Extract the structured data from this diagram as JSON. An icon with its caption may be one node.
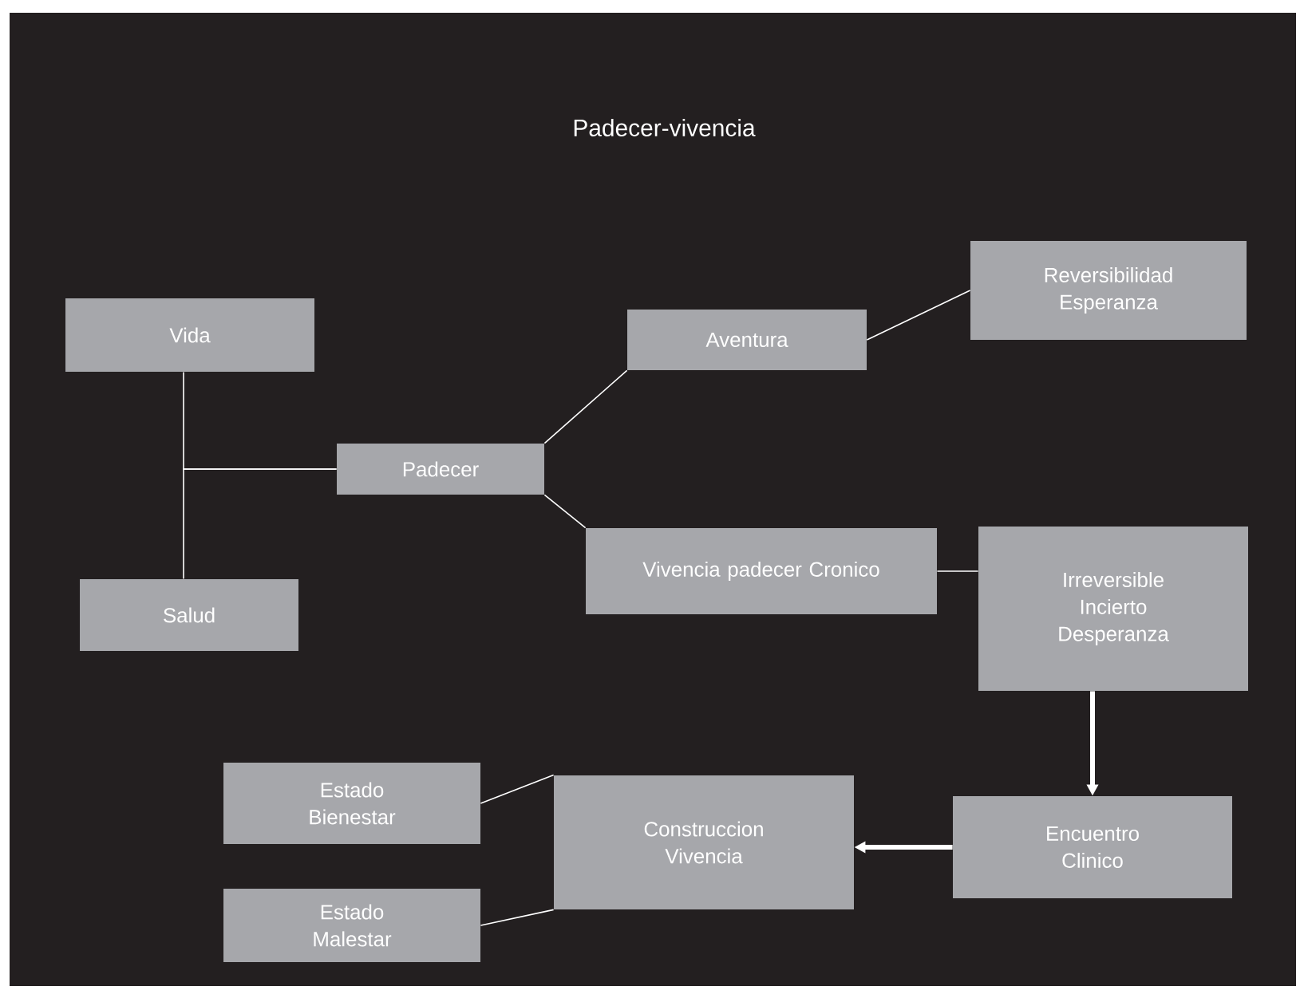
{
  "diagram": {
    "title": "Padecer-vivencia",
    "nodes": [
      {
        "text": [
          "Vida"
        ]
      },
      {
        "text": [
          "Salud"
        ]
      },
      {
        "text": [
          "Padecer"
        ]
      },
      {
        "text": [
          "Aventura"
        ]
      },
      {
        "text": [
          "Reversibilidad Esperanza"
        ]
      },
      {
        "text": [
          "Vivencia padecer Cronico"
        ]
      },
      {
        "text": [
          "Irreversible Incierto Desperanza"
        ]
      },
      {
        "text": [
          "Estado Bienestar"
        ]
      },
      {
        "text": [
          "Estado Malestar"
        ]
      },
      {
        "text": [
          "Construccion Vivencia"
        ]
      },
      {
        "text": [
          "Encuentro Clinico"
        ]
      }
    ],
    "edges": [
      {
        "from": 2,
        "to": 0,
        "arrow": "none"
      },
      {
        "from": 2,
        "to": 1,
        "arrow": "none"
      },
      {
        "from": 2,
        "to": 3,
        "arrow": "none"
      },
      {
        "from": 3,
        "to": 4,
        "arrow": "none"
      },
      {
        "from": 2,
        "to": 5,
        "arrow": "none"
      },
      {
        "from": 5,
        "to": 6,
        "arrow": "none"
      },
      {
        "from": 6,
        "to": 10,
        "arrow": "to",
        "style": "thick"
      },
      {
        "from": 10,
        "to": 9,
        "arrow": "to",
        "style": "thick"
      },
      {
        "from": 7,
        "to": 9,
        "arrow": "none"
      },
      {
        "from": 8,
        "to": 9,
        "arrow": "none"
      }
    ]
  }
}
